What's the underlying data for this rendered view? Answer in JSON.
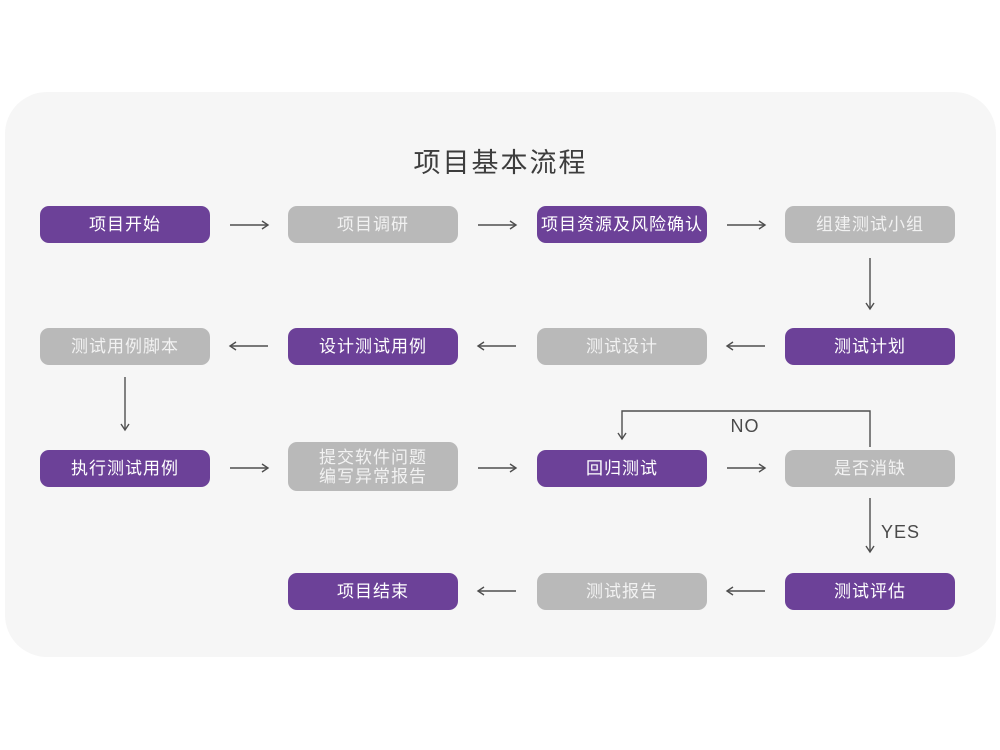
{
  "title": "项目基本流程",
  "colors": {
    "primary_box": "#6c4198",
    "secondary_box": "#b9b9b9",
    "primary_box_text": "#ffffff",
    "secondary_box_text": "#f2f2f2",
    "arrow": "#4f4f4f",
    "card_background": "#f6f6f6",
    "title_text": "#3d3d3d",
    "edge_label_text": "#4a4a4a"
  },
  "flowchart": {
    "nodes": [
      {
        "id": "project-start",
        "lines": [
          "项目开始"
        ],
        "variant": "primary"
      },
      {
        "id": "project-research",
        "lines": [
          "项目调研"
        ],
        "variant": "secondary"
      },
      {
        "id": "resource-risk",
        "lines": [
          "项目资源及风险确认"
        ],
        "variant": "primary"
      },
      {
        "id": "build-test-team",
        "lines": [
          "组建测试小组"
        ],
        "variant": "secondary"
      },
      {
        "id": "test-plan",
        "lines": [
          "测试计划"
        ],
        "variant": "primary"
      },
      {
        "id": "test-design",
        "lines": [
          "测试设计"
        ],
        "variant": "secondary"
      },
      {
        "id": "design-test-case",
        "lines": [
          "设计测试用例"
        ],
        "variant": "primary"
      },
      {
        "id": "test-case-script",
        "lines": [
          "测试用例脚本"
        ],
        "variant": "secondary"
      },
      {
        "id": "execute-test-case",
        "lines": [
          "执行测试用例"
        ],
        "variant": "primary"
      },
      {
        "id": "submit-issue",
        "lines": [
          "提交软件问题",
          "编写异常报告"
        ],
        "variant": "secondary"
      },
      {
        "id": "regression-test",
        "lines": [
          "回归测试"
        ],
        "variant": "primary"
      },
      {
        "id": "defect-cleared",
        "lines": [
          "是否消缺"
        ],
        "variant": "secondary"
      },
      {
        "id": "test-evaluation",
        "lines": [
          "测试评估"
        ],
        "variant": "primary"
      },
      {
        "id": "test-report",
        "lines": [
          "测试报告"
        ],
        "variant": "secondary"
      },
      {
        "id": "project-end",
        "lines": [
          "项目结束"
        ],
        "variant": "primary"
      }
    ],
    "edge_labels": {
      "no": "NO",
      "yes": "YES"
    }
  }
}
